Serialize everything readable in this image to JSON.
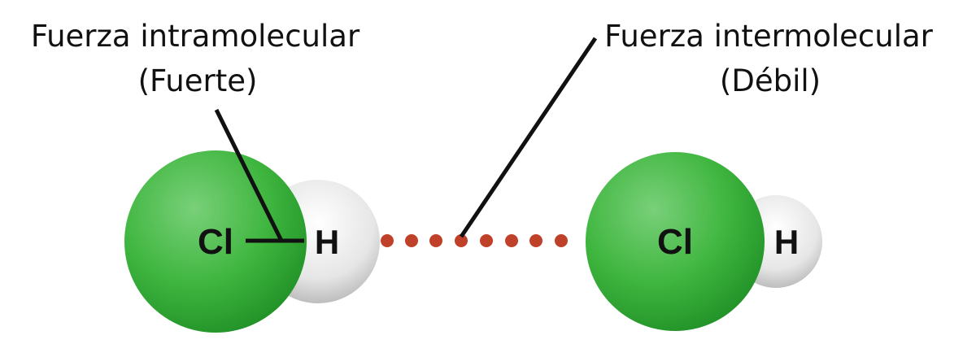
{
  "labels": {
    "intramolecular": {
      "line1": "Fuerza intramolecular",
      "line2": "(Fuerte)"
    },
    "intermolecular": {
      "line1": "Fuerza intermolecular",
      "line2": "(Débil)"
    }
  },
  "molecules": [
    {
      "big_atom": "Cl",
      "small_atom": "H"
    },
    {
      "big_atom": "Cl",
      "small_atom": "H"
    }
  ],
  "colors": {
    "chlorine": "#3fb83f",
    "hydrogen": "#ececec",
    "dots": "#c0412a",
    "lines": "#111111",
    "text": "#111111"
  }
}
